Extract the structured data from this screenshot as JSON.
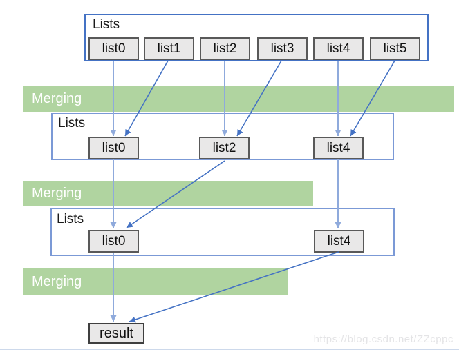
{
  "diagram": {
    "row1": {
      "label": "Lists",
      "items": [
        "list0",
        "list1",
        "list2",
        "list3",
        "list4",
        "list5"
      ]
    },
    "merge1": {
      "label": "Merging"
    },
    "row2": {
      "label": "Lists",
      "items": [
        "list0",
        "list2",
        "list4"
      ]
    },
    "merge2": {
      "label": "Merging"
    },
    "row3": {
      "label": "Lists",
      "items": [
        "list0",
        "list4"
      ]
    },
    "merge3": {
      "label": "Merging"
    },
    "result": {
      "label": "result"
    }
  },
  "watermark": {
    "text": "https://blog.csdn.net/ZZcppc"
  },
  "colors": {
    "containerBlue": "#4472c4",
    "containerLightBlue": "#7b99d6",
    "bandGreen": "#b0d4a0",
    "boxFill": "#e9e8e8",
    "boxBorder": "#595959",
    "resultBorder": "#3f3f3f",
    "arrowLight": "#8faadc",
    "arrowDark": "#4472c4",
    "watermarkGray": "#e4e4e6",
    "bottomRule": "#cdd9eb"
  }
}
